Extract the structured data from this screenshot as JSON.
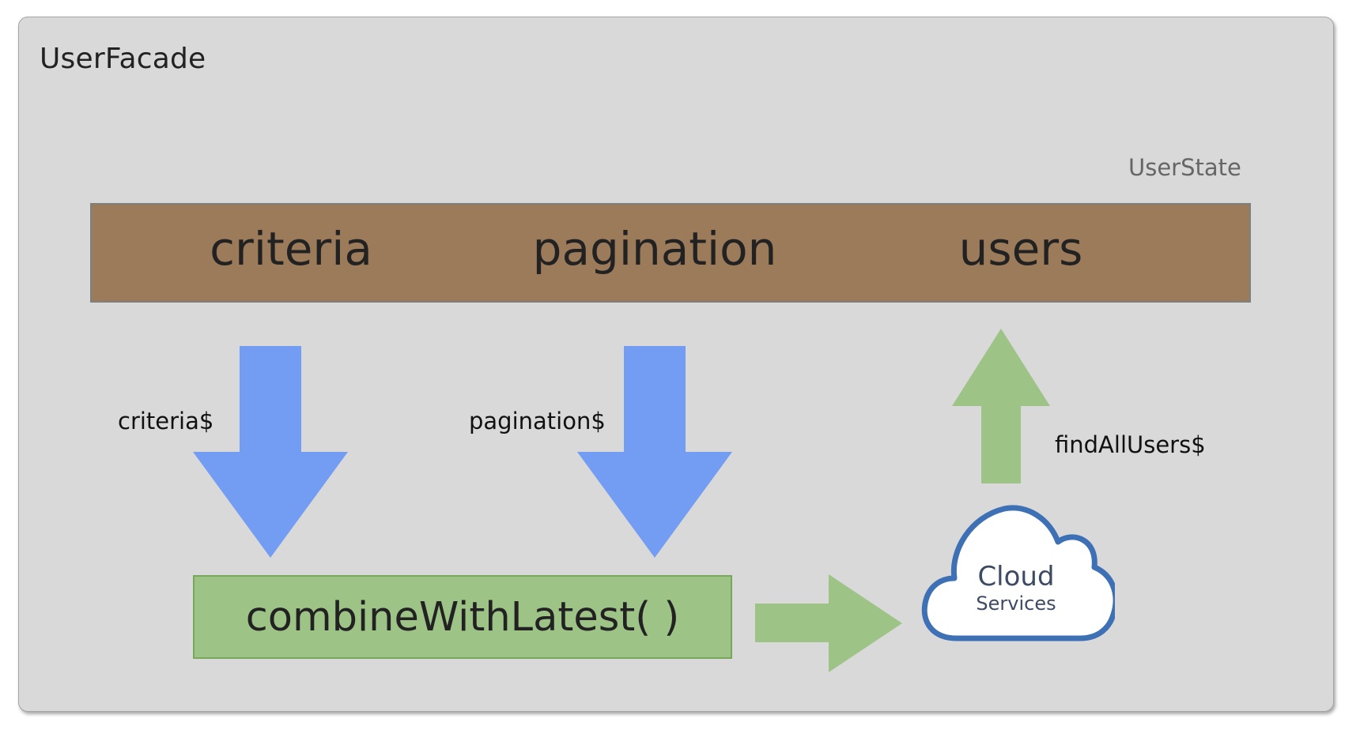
{
  "facade": {
    "title": "UserFacade"
  },
  "state": {
    "label": "UserState",
    "fields": [
      "criteria",
      "pagination",
      "users"
    ]
  },
  "streams": {
    "criteria": "criteria$",
    "pagination": "pagination$",
    "find_all_users": "findAllUsers$"
  },
  "operator": {
    "label": "combineWithLatest( )"
  },
  "cloud": {
    "line1": "Cloud",
    "line2": "Services",
    "icon": "cloud-icon"
  },
  "colors": {
    "panel": "#d9d9d9",
    "state_bar": "#9c7b5b",
    "down_arrow": "#739df2",
    "green": "#9ec386",
    "cloud_stroke": "#3e70b5"
  }
}
